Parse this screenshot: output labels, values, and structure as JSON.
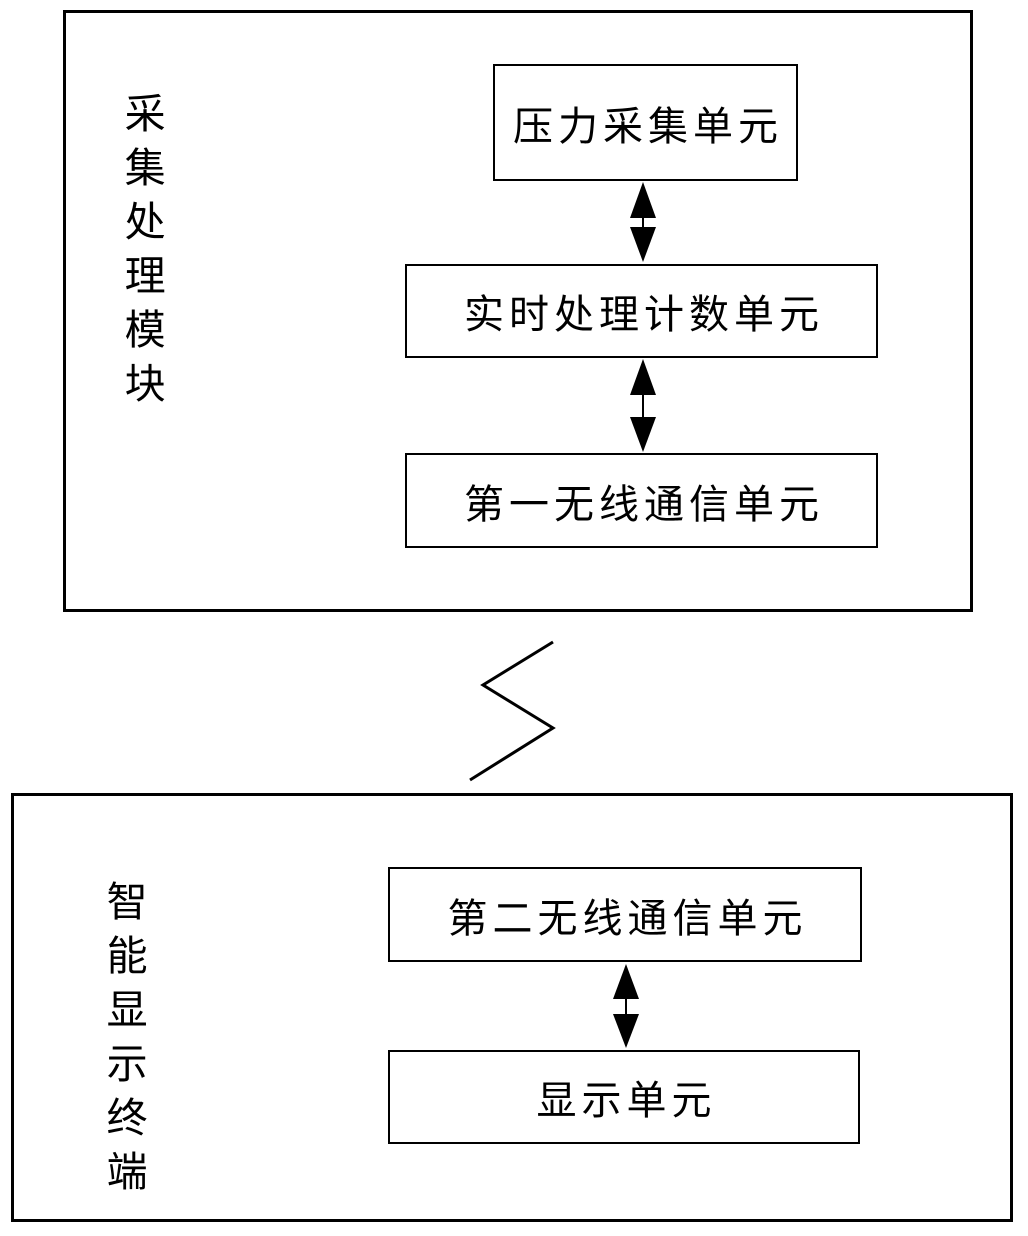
{
  "diagram": {
    "background_color": "#ffffff",
    "line_color": "#000000",
    "top_container": {
      "label": "采集处理模块",
      "boxes": [
        {
          "label": "压力采集单元"
        },
        {
          "label": "实时处理计数单元"
        },
        {
          "label": "第一无线通信单元"
        }
      ]
    },
    "bottom_container": {
      "label": "智能显示终端",
      "boxes": [
        {
          "label": "第二无线通信单元"
        },
        {
          "label": "显示单元"
        }
      ]
    },
    "connections": [
      {
        "from": "压力采集单元",
        "to": "实时处理计数单元",
        "type": "bidirectional-arrow"
      },
      {
        "from": "实时处理计数单元",
        "to": "第一无线通信单元",
        "type": "bidirectional-arrow"
      },
      {
        "from": "采集处理模块",
        "to": "智能显示终端",
        "type": "wireless-zigzag-link"
      },
      {
        "from": "第二无线通信单元",
        "to": "显示单元",
        "type": "bidirectional-arrow"
      }
    ]
  }
}
